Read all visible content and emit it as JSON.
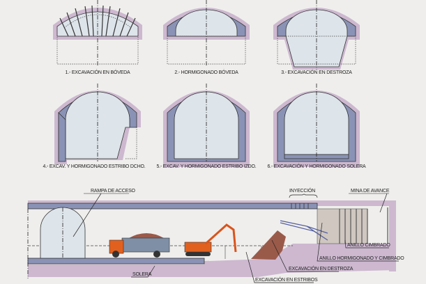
{
  "steps": [
    "1.- EXCAVACIÓN EN BÓVEDA",
    "2.- HORMIGONADO BÓVEDA",
    "3.- EXCAVACIÓN EN DESTROZA",
    "4.- EXCAV. Y HORMIGONADO ESTRIBO DCHO.",
    "5.- EXCAV. Y HORMIGONADO ESTRIBO IZDO.",
    "6.- EXCAVACIÓN Y HORMIGONADO SOLERA"
  ],
  "section_labels": {
    "rampa": "RAMPA DE ACCESO",
    "inyeccion": "INYECCIÓN",
    "mina": "MINA DE AVANCE",
    "anillo_cimbrado": "ANILLO CIMBRADO",
    "anillo_hormigonado": "ANILLO HORMIGONADO Y CIMBRADO",
    "destroza": "EXCAVACIÓN EN DESTROZA",
    "estribos": "EXCAVACIÓN EN ESTRIBOS",
    "solera": "SOLERA"
  },
  "colors": {
    "background": "#efeeec",
    "ground": "#cdb8d0",
    "lining": "#8a93b5",
    "void": "#dde4ea",
    "truck": "#e2601e",
    "soil": "#9a5a4a"
  }
}
